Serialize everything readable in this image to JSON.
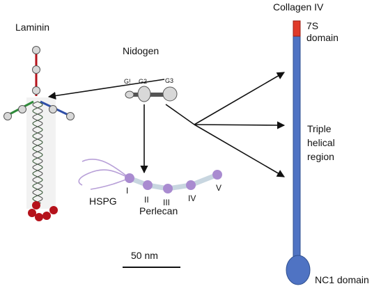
{
  "labels": {
    "laminin": "Laminin",
    "nidogen": "Nidogen",
    "nidogen_g1": "G!",
    "nidogen_g2": "G2",
    "nidogen_g3": "G3",
    "collagen_iv": "Collagen IV",
    "domain_7s_line1": "7S",
    "domain_7s_line2": "domain",
    "triple_line1": "Triple",
    "triple_line2": "helical",
    "triple_line3": "region",
    "nc1_domain": "NC1 domain",
    "hspg": "HSPG",
    "perlecan": "Perlecan",
    "perlecan_domains": [
      "I",
      "II",
      "III",
      "IV",
      "V"
    ],
    "scale_bar": "50 nm"
  },
  "colors": {
    "collagen_blue": "#4f73c3",
    "collagen_border": "#2f4f8f",
    "seven_s_red": "#e03a2a",
    "laminin_red": "#b5121b",
    "laminin_green": "#2f8a3a",
    "laminin_blue": "#2f4fa8",
    "node_gray": "#d8d8d8",
    "perlecan_purple": "#a98bd0",
    "perlecan_rod": "#c8d6e0",
    "hspg_chain": "#b8a0d8",
    "arrow": "#111111"
  }
}
